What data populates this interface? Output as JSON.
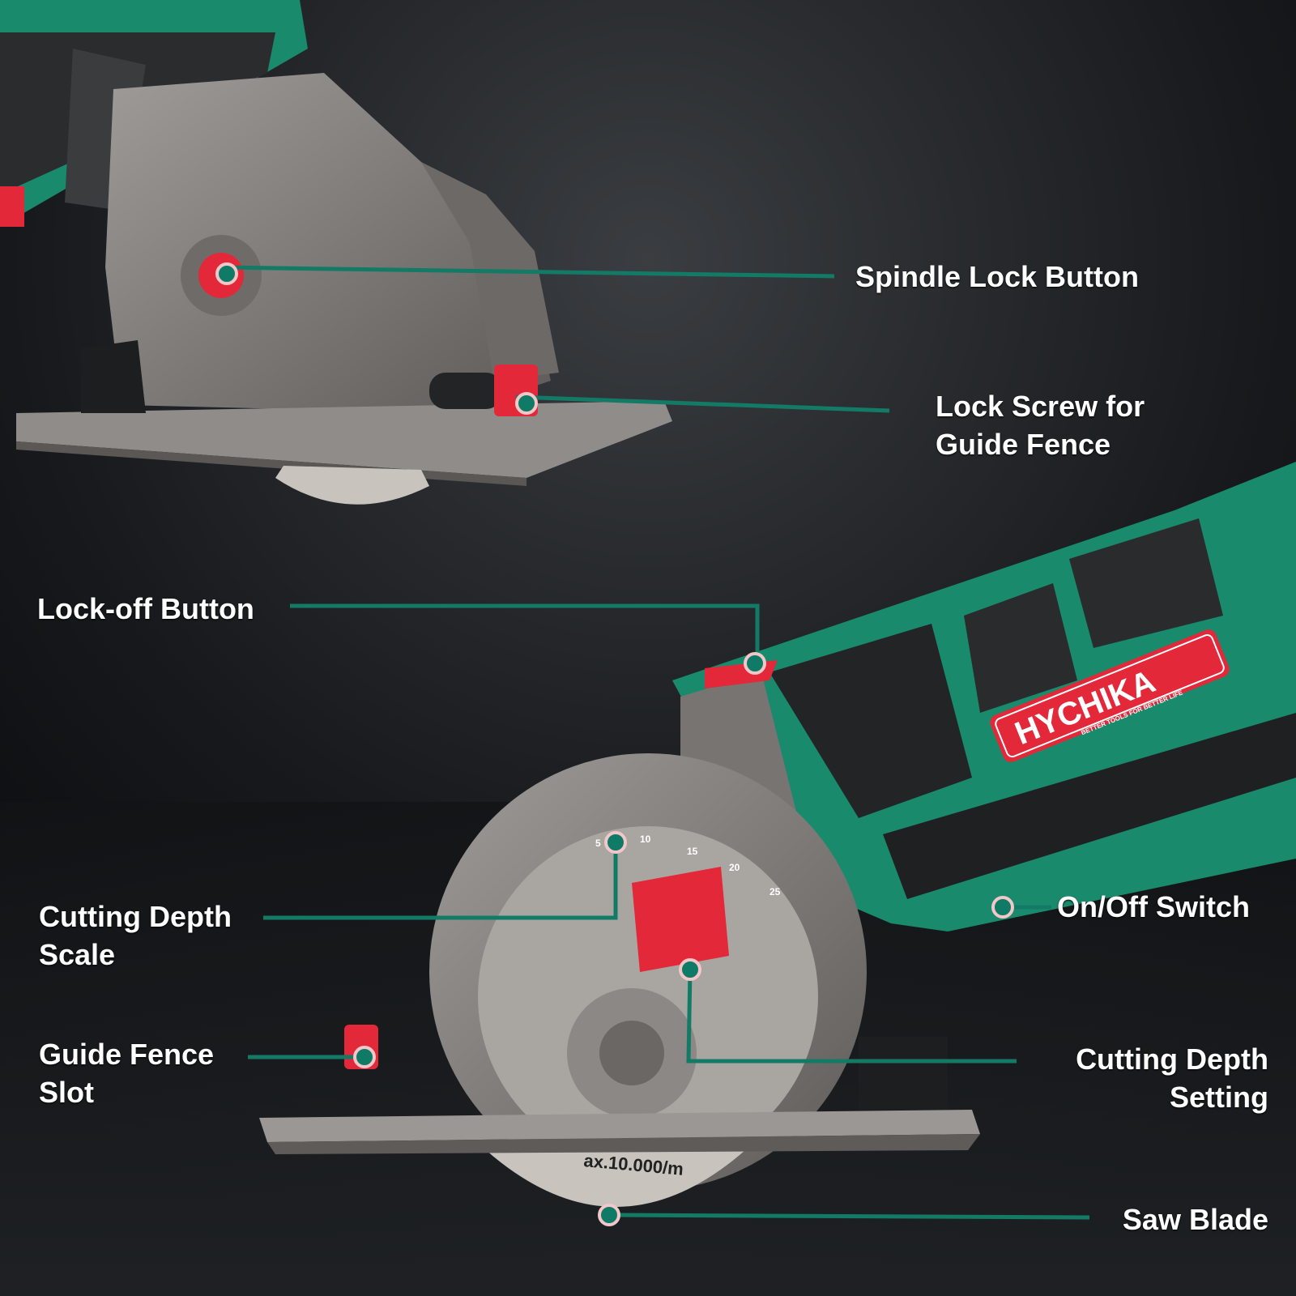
{
  "brand": {
    "logo": "HYCHIKA",
    "tagline": "BETTER TOOLS FOR BETTER LIFE"
  },
  "blade_marking": "ax.10.000/m",
  "depth_scale_ticks": [
    "5",
    "10",
    "15",
    "20",
    "25"
  ],
  "callouts": [
    {
      "id": "spindle-lock",
      "lines": [
        "Spindle Lock Button"
      ]
    },
    {
      "id": "lock-screw",
      "lines": [
        "Lock Screw for",
        "Guide Fence"
      ]
    },
    {
      "id": "lock-off",
      "lines": [
        "Lock-off Button"
      ]
    },
    {
      "id": "cutting-depth-scale",
      "lines": [
        "Cutting Depth",
        "Scale"
      ]
    },
    {
      "id": "on-off",
      "lines": [
        "On/Off Switch"
      ]
    },
    {
      "id": "guide-fence-slot",
      "lines": [
        "Guide Fence",
        "Slot"
      ]
    },
    {
      "id": "cutting-depth-setting",
      "lines": [
        "Cutting Depth",
        "Setting"
      ]
    },
    {
      "id": "saw-blade",
      "lines": [
        "Saw Blade"
      ]
    }
  ],
  "colors": {
    "background": "#0c0e11",
    "leader_line": "#137a66",
    "marker_dot": "#0f7a65",
    "tool_green": "#1a8a6c",
    "tool_red": "#e3283a",
    "tool_gray": "#8a8785",
    "label_text": "#ffffff"
  }
}
